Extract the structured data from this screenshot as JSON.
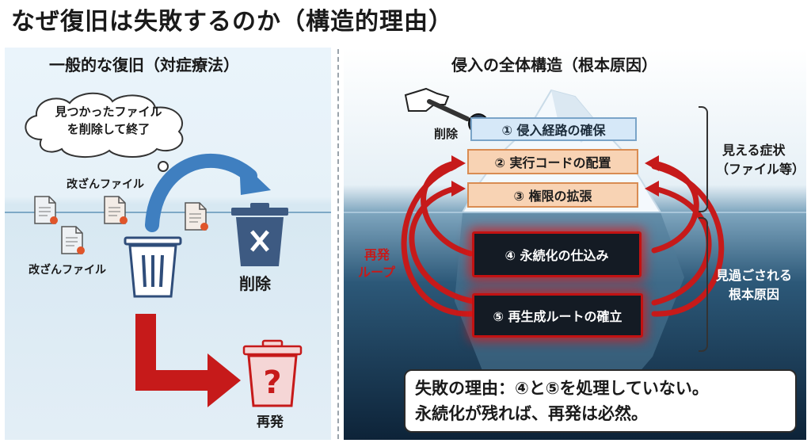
{
  "title": "なぜ復旧は失敗するのか（構造的理由）",
  "left": {
    "heading": "一般的な復旧（対症療法）",
    "thought": "見つかったファイル\nを削除して終了",
    "thought_line1": "見つかったファイル",
    "thought_line2": "を削除して終了",
    "tampered_label_top": "改ざんファイル",
    "tampered_label_bottom": "改ざんファイル",
    "delete_label": "削除",
    "recur_label": "再発"
  },
  "right": {
    "heading": "侵入の全体構造（根本原因）",
    "delete_label": "削除",
    "steps": [
      "① 侵入経路の確保",
      "② 実行コードの配置",
      "③ 権限の拡張",
      "④ 永続化の仕込み",
      "⑤ 再生成ルートの確立"
    ],
    "loop_label_1": "再発",
    "loop_label_2": "ループ",
    "visible_label_1": "見える症状",
    "visible_label_2": "（ファイル等）",
    "hidden_label_1": "見過ごされる",
    "hidden_label_2": "根本原因",
    "reason_line1": "失敗の理由：④と⑤を処理していない。",
    "reason_line2": "永続化が残れば、再発は必然。"
  },
  "colors": {
    "accent_red": "#c61a1a",
    "blue_arrow": "#3f7fc0",
    "navy": "#3d5a82"
  }
}
